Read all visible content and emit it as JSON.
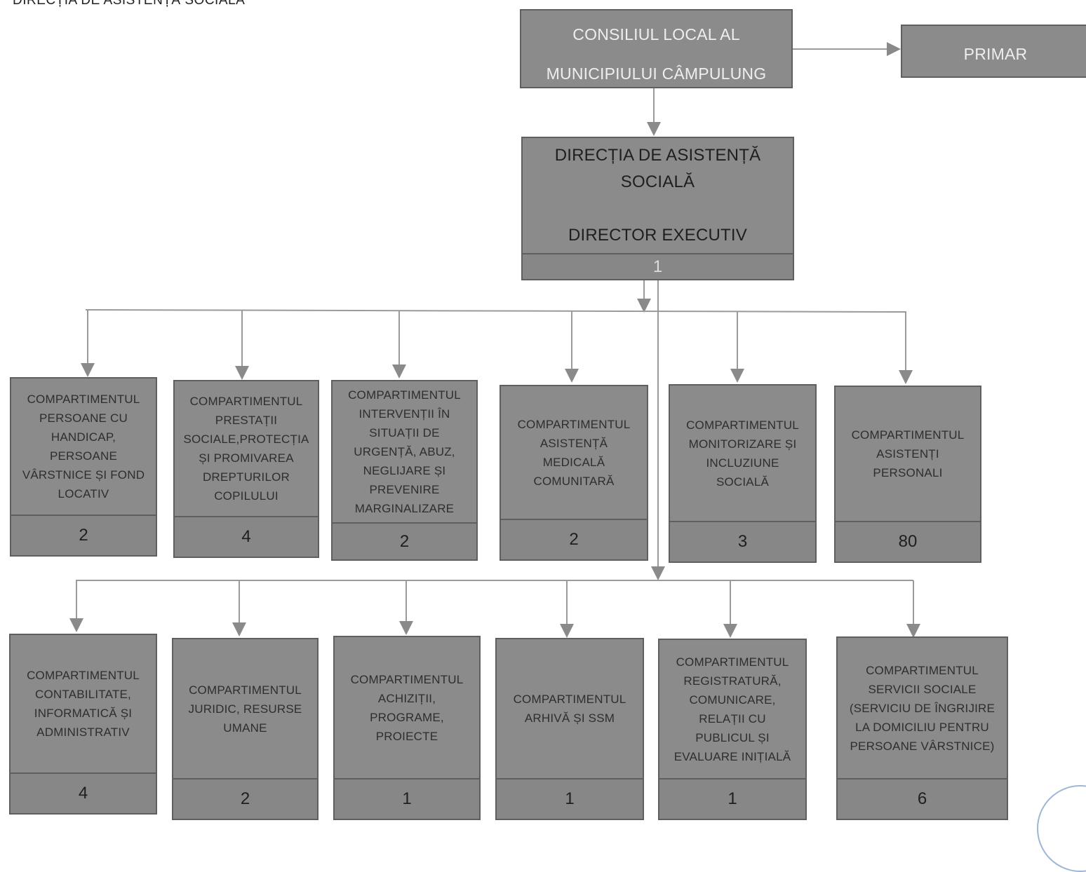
{
  "header": {
    "title": "DIRECȚIA DE ASISTENȚĂ SOCIALĂ"
  },
  "top": {
    "council": "CONSILIUL LOCAL AL\nMUNICIPIULUI CÂMPULUNG",
    "mayor": "PRIMAR",
    "director": {
      "label": "DIRECȚIA DE ASISTENȚĂ\nSOCIALĂ\n\nDIRECTOR EXECUTIV",
      "count": "1"
    }
  },
  "row1": [
    {
      "label": "COMPARTIMENTUL\nPERSOANE CU\nHANDICAP,\nPERSOANE\nVÂRSTNICE ȘI FOND\nLOCATIV",
      "count": "2"
    },
    {
      "label": "COMPARTIMENTUL\nPRESTAȚII\nSOCIALE,PROTECȚIA\nȘI PROMIVAREA\nDREPTURILOR\nCOPILULUI",
      "count": "4"
    },
    {
      "label": "COMPARTIMENTUL\nINTERVENȚII ÎN\nSITUAȚII DE\nURGENȚĂ, ABUZ,\nNEGLIJARE ȘI\nPREVENIRE\nMARGINALIZARE",
      "count": "2"
    },
    {
      "label": "COMPARTIMENTUL\nASISTENȚĂ\nMEDICALĂ\nCOMUNITARĂ",
      "count": "2"
    },
    {
      "label": "COMPARTIMENTUL\nMONITORIZARE ȘI\nINCLUZIUNE\nSOCIALĂ",
      "count": "3"
    },
    {
      "label": "COMPARTIMENTUL\nASISTENȚI\nPERSONALI",
      "count": "80"
    }
  ],
  "row2": [
    {
      "label": "COMPARTIMENTUL\nCONTABILITATE,\nINFORMATICĂ ȘI\nADMINISTRATIV",
      "count": "4"
    },
    {
      "label": "COMPARTIMENTUL\nJURIDIC, RESURSE\nUMANE",
      "count": "2"
    },
    {
      "label": "COMPARTIMENTUL\nACHIZIȚII,\nPROGRAME,\nPROIECTE",
      "count": "1"
    },
    {
      "label": "COMPARTIMENTUL\nARHIVĂ ȘI SSM",
      "count": "1"
    },
    {
      "label": "COMPARTIMENTUL\nREGISTRATURĂ,\nCOMUNICARE,\nRELAȚII CU\nPUBLICUL ȘI\nEVALUARE INIȚIALĂ",
      "count": "1"
    },
    {
      "label": "COMPARTIMENTUL\nSERVICII SOCIALE\n(SERVICIU DE ÎNGRIJIRE\nLA DOMICILIU PENTRU\nPERSOANE VÂRSTNICE)",
      "count": "6"
    }
  ]
}
